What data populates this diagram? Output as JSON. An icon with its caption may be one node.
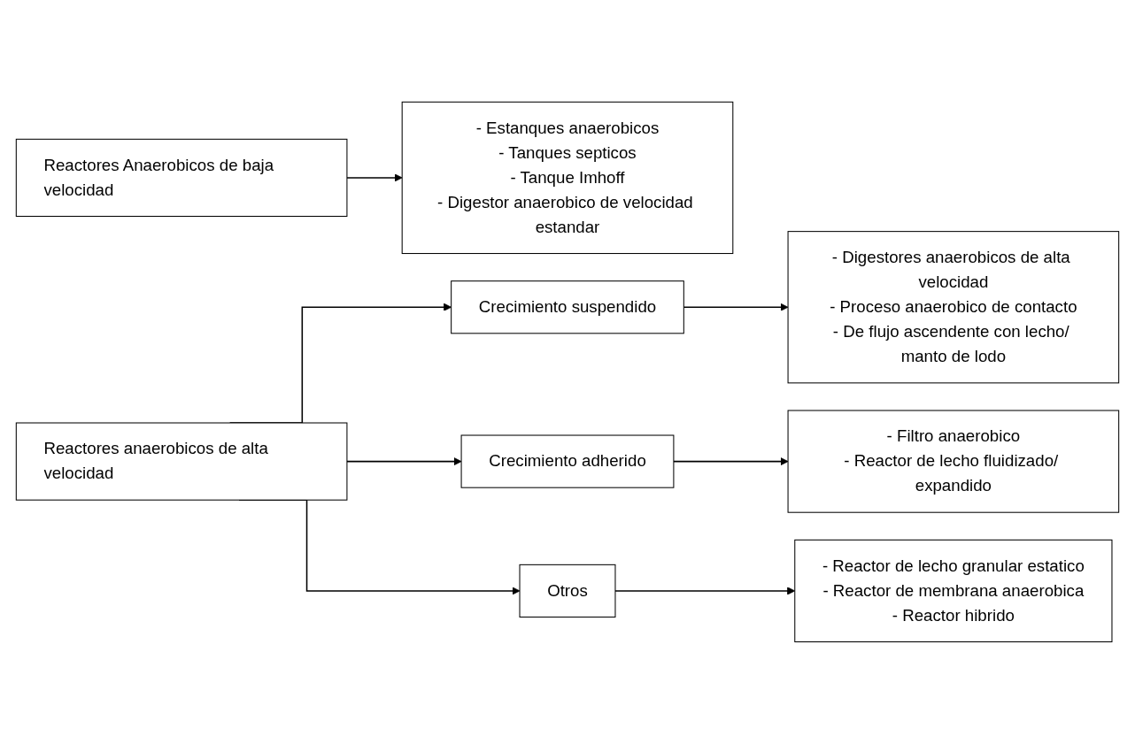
{
  "diagram": {
    "nodes": [
      {
        "text": [
          "Reactores Anaerobicos de baja velocidad"
        ]
      },
      {
        "text": [
          "- Estanques anaerobicos",
          "- Tanques septicos",
          "- Tanque Imhoff",
          "- Digestor anaerobico de velocidad estandar"
        ]
      },
      {
        "text": [
          "Reactores anaerobicos de alta velocidad"
        ]
      },
      {
        "text": [
          "Crecimiento suspendido"
        ]
      },
      {
        "text": [
          "- Digestores anaerobicos de alta velocidad",
          "- Proceso anaerobico de contacto",
          "- De flujo ascendente con lecho/ manto de lodo"
        ]
      },
      {
        "text": [
          "Crecimiento adherido"
        ]
      },
      {
        "text": [
          "- Filtro anaerobico",
          "- Reactor de lecho fluidizado/ expandido"
        ]
      },
      {
        "text": [
          "Otros"
        ]
      },
      {
        "text": [
          "- Reactor de lecho granular estatico",
          "- Reactor de membrana anaerobica",
          "- Reactor hibrido"
        ]
      }
    ],
    "edges": [
      {
        "from": 0,
        "to": 1,
        "arrow": "to"
      },
      {
        "from": 2,
        "to": 3,
        "arrow": "to"
      },
      {
        "from": 2,
        "to": 5,
        "arrow": "to"
      },
      {
        "from": 2,
        "to": 7,
        "arrow": "to"
      },
      {
        "from": 3,
        "to": 4,
        "arrow": "to"
      },
      {
        "from": 5,
        "to": 6,
        "arrow": "to"
      },
      {
        "from": 7,
        "to": 8,
        "arrow": "to"
      }
    ]
  }
}
